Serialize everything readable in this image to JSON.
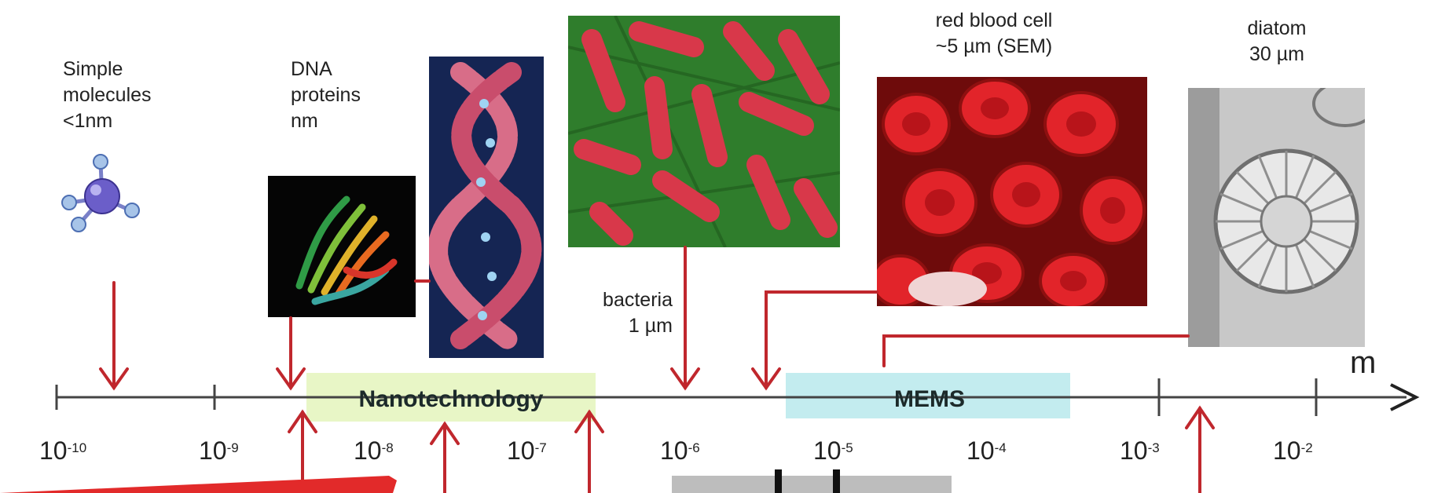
{
  "items": {
    "simple": {
      "line1": "Simple",
      "line2": "molecules",
      "line3": "<1nm"
    },
    "dna": {
      "line1": "DNA",
      "line2": "proteins",
      "line3": "nm"
    },
    "bacteria": {
      "line1": "bacteria",
      "line2": "1 µm"
    },
    "rbc": {
      "line1": "red blood cell",
      "line2": "~5 µm (SEM)"
    },
    "diatom": {
      "line1": "diatom",
      "line2": "30 µm"
    }
  },
  "axis": {
    "unit": "m",
    "base": "10",
    "exponents": [
      "-10",
      "-9",
      "-8",
      "-7",
      "-6",
      "-5",
      "-4",
      "-3",
      "-2"
    ]
  },
  "bands": {
    "nano": "Nanotechnology",
    "mems": "MEMS"
  },
  "colors": {
    "arrow_red": "#c0272d",
    "axis": "#444444",
    "nano_band": "#e8f6c6",
    "mems_band": "#c3ecef"
  }
}
